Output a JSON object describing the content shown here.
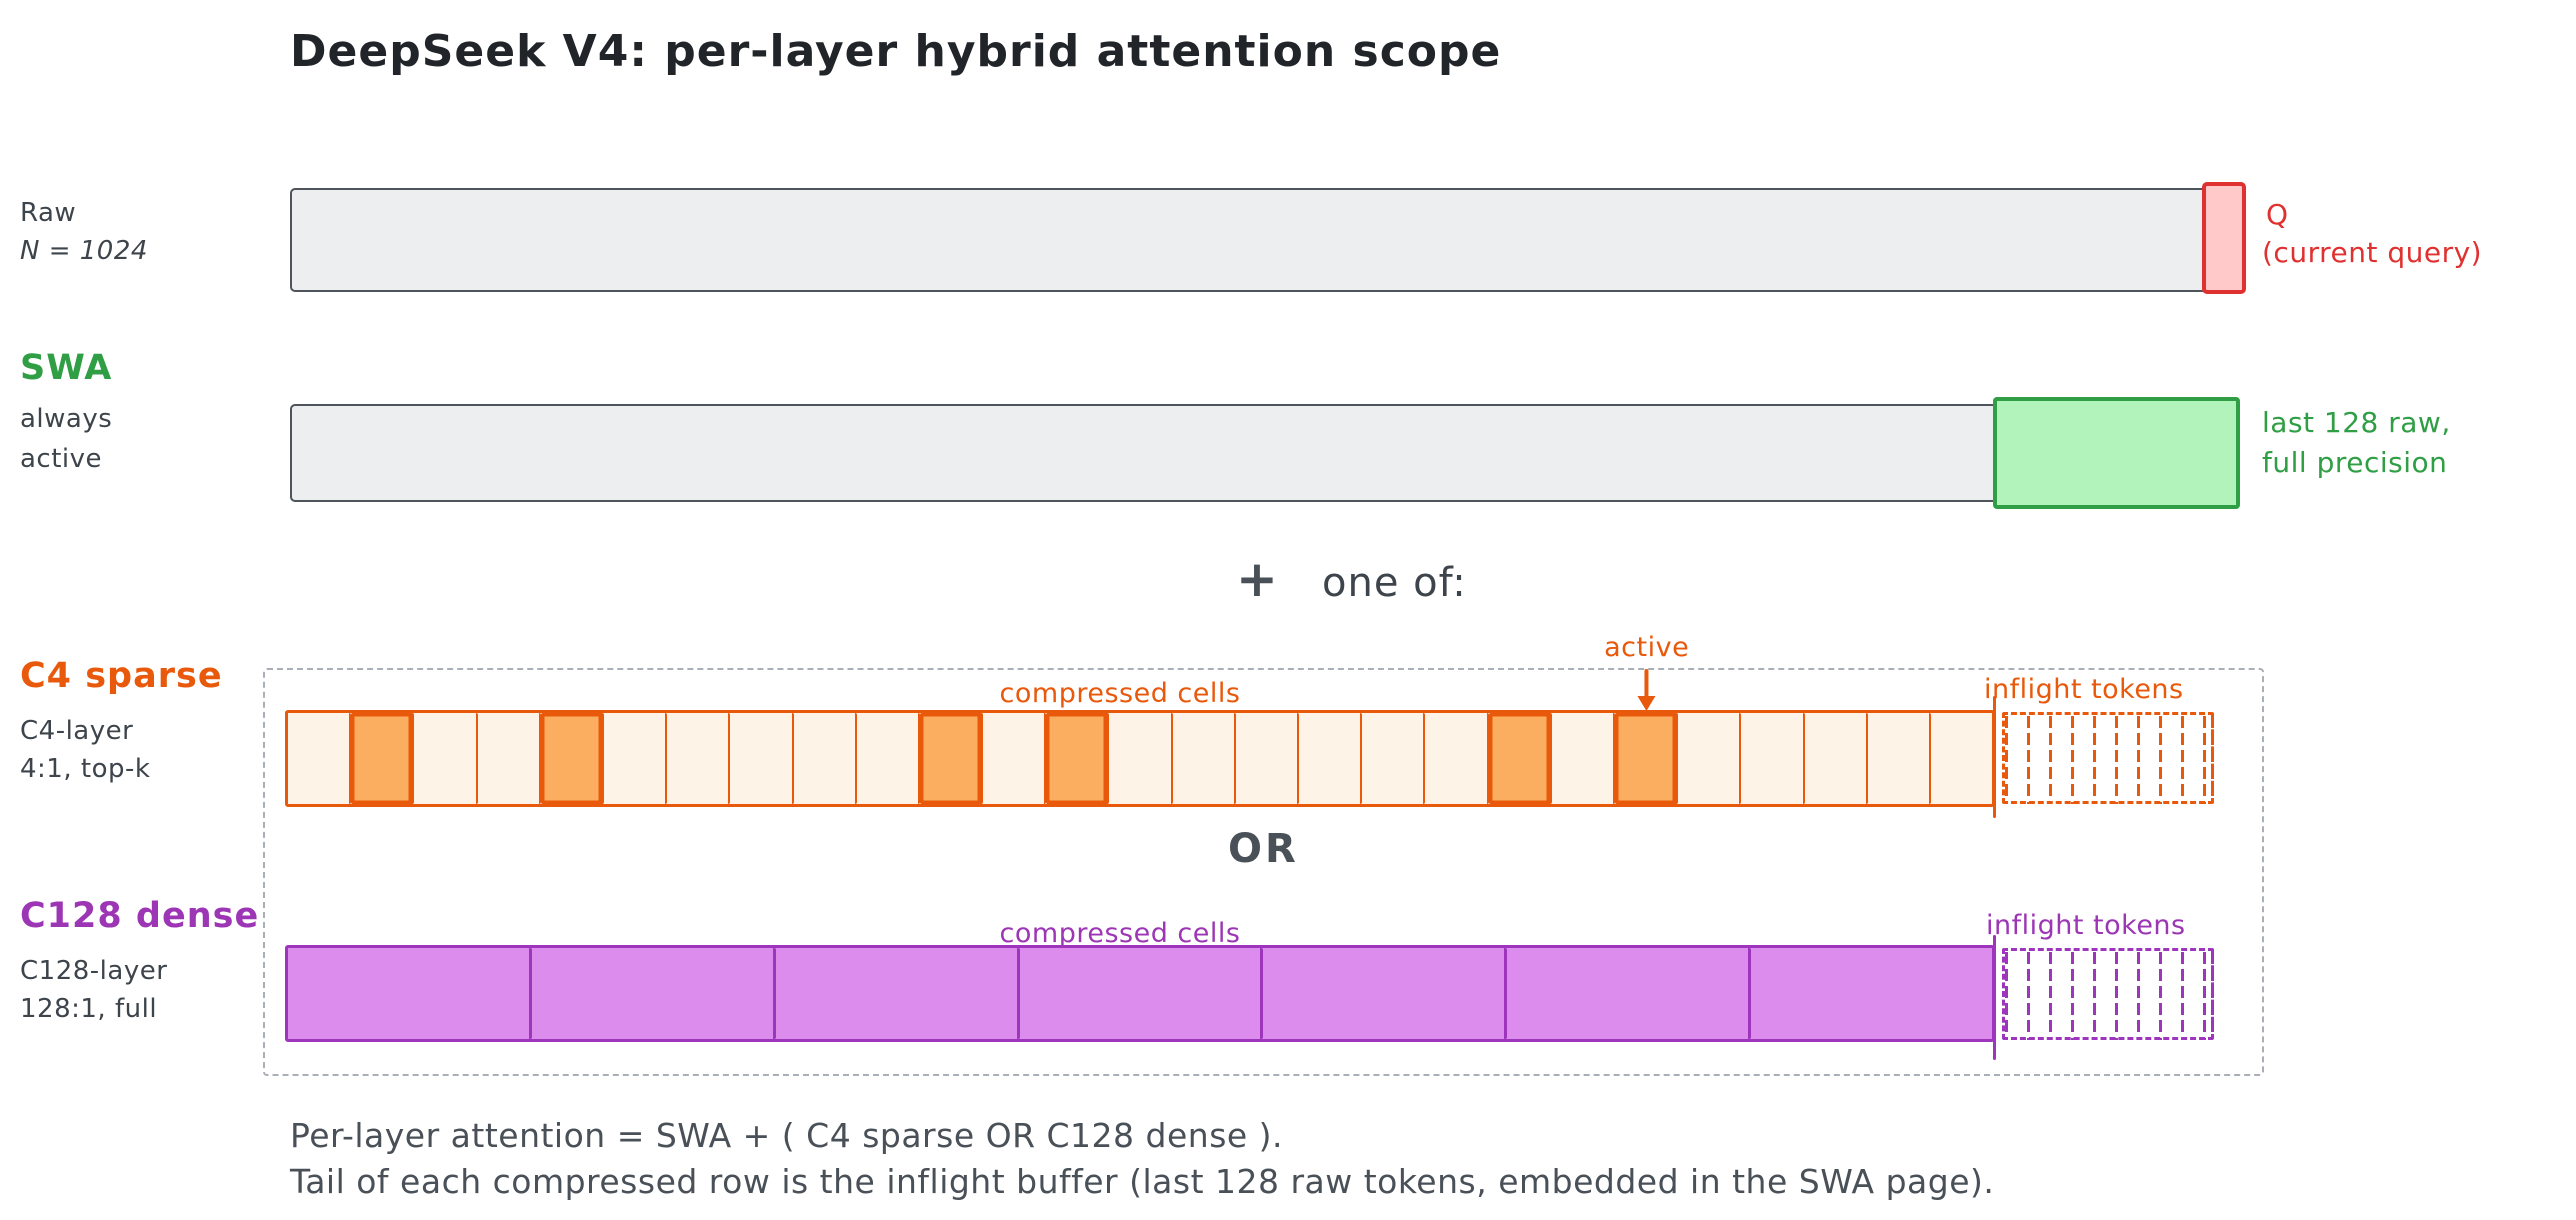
{
  "title": "DeepSeek V4: per-layer hybrid attention scope",
  "colors": {
    "red": "#e03131",
    "red_fill": "#ffc9c9",
    "green": "#2f9e44",
    "green_fill": "#b2f2bb",
    "orange": "#e8590c",
    "orange_fill_light": "#fdf3e6",
    "orange_fill_active": "#fbae60",
    "purple": "#9c36b5",
    "purple_fill": "#dc8cec",
    "gray_bar_fill": "#eceef0",
    "text_dark": "#343a40"
  },
  "raw_row": {
    "label": "Raw",
    "sublabel": "N = 1024",
    "q_label": "Q",
    "q_sublabel": "(current query)"
  },
  "swa_row": {
    "label": "SWA",
    "sublabel_line1": "always",
    "sublabel_line2": "active",
    "tail_label_line1": "last 128 raw,",
    "tail_label_line2": "full precision"
  },
  "combiner": {
    "plus": "+",
    "text": "one of:"
  },
  "c4_row": {
    "label": "C4 sparse",
    "sublabel_line1": "C4-layer",
    "sublabel_line2": "4:1, top-k",
    "compressed_label": "compressed cells",
    "active_label": "active",
    "inflight_label": "inflight tokens",
    "cell_count": 27,
    "active_cells": [
      1,
      4,
      10,
      12,
      19,
      21
    ],
    "arrow_cell": 21
  },
  "or_text": "OR",
  "c128_row": {
    "label": "C128 dense",
    "sublabel_line1": "C128-layer",
    "sublabel_line2": "128:1, full",
    "compressed_label": "compressed cells",
    "inflight_label": "inflight tokens",
    "cell_count": 7
  },
  "caption": {
    "line1": "Per-layer attention = SWA + ( C4 sparse OR C128 dense ).",
    "line2": "Tail of each compressed row is the inflight buffer (last 128 raw tokens, embedded in the SWA page)."
  }
}
